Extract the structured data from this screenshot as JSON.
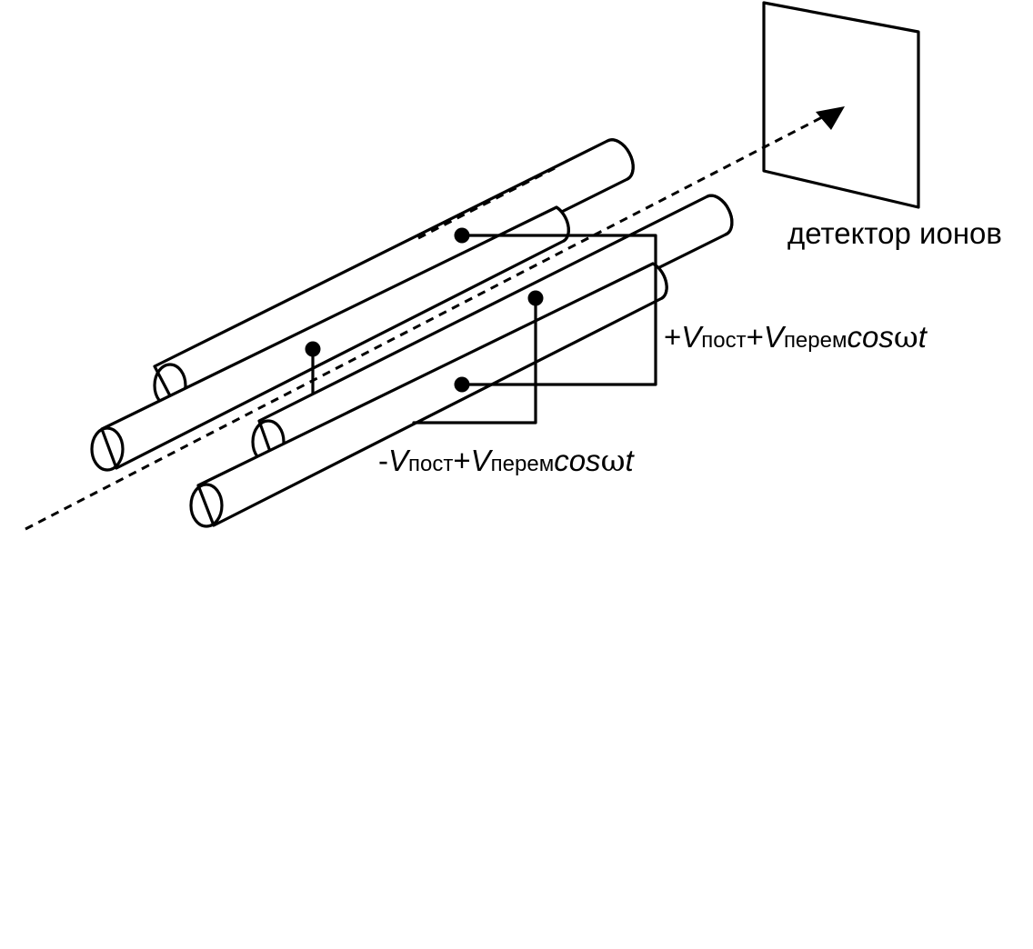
{
  "detector_label": "детектор ионов",
  "voltage_plus": {
    "sign": "+",
    "v1": "V",
    "sub1": "пост",
    "plus": "+",
    "v2": "V",
    "sub2": "перем",
    "cos": "cos",
    "omega": "ω",
    "t": "t"
  },
  "voltage_minus": {
    "sign": "-",
    "v1": "V",
    "sub1": "пост",
    "plus": "+",
    "v2": "V",
    "sub2": "перем",
    "cos": "cos",
    "omega": "ω",
    "t": "t"
  }
}
